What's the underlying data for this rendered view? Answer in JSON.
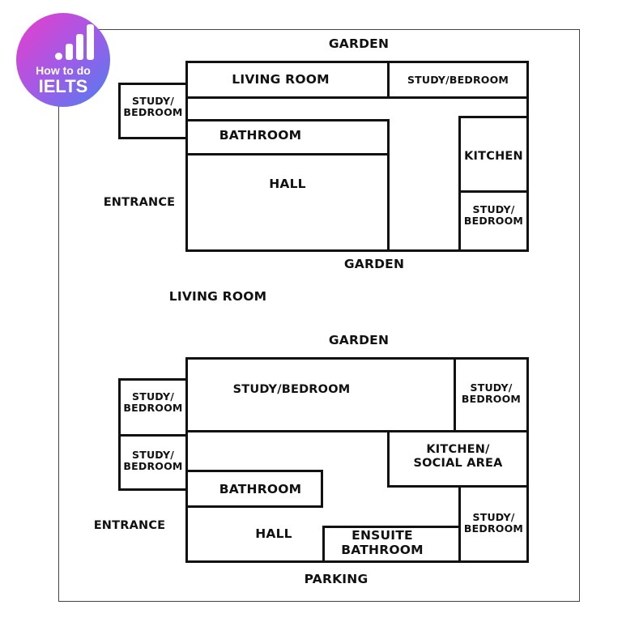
{
  "logo": {
    "line1": "How to do",
    "line2": "IELTS"
  },
  "plan_top": {
    "garden_top": "GARDEN",
    "garden_bottom": "GARDEN",
    "entrance": "ENTRANCE",
    "living_room": "LIVING ROOM",
    "study_bedroom_top_right": "STUDY/BEDROOM",
    "study_bedroom_left": "STUDY/\nBEDROOM",
    "bathroom": "BATHROOM",
    "hall": "HALL",
    "kitchen": "KITCHEN",
    "study_bedroom_bottom_right": "STUDY/\nBEDROOM"
  },
  "middle_label": "LIVING ROOM",
  "plan_bottom": {
    "garden_top": "GARDEN",
    "parking": "PARKING",
    "entrance": "ENTRANCE",
    "study_bedroom_large": "STUDY/BEDROOM",
    "study_bedroom_top_right": "STUDY/\nBEDROOM",
    "study_bedroom_left_upper": "STUDY/\nBEDROOM",
    "study_bedroom_left_lower": "STUDY/\nBEDROOM",
    "kitchen_social": "KITCHEN/\nSOCIAL AREA",
    "bathroom": "BATHROOM",
    "hall": "HALL",
    "ensuite_bathroom": "ENSUITE\nBATHROOM",
    "study_bedroom_bottom_right": "STUDY/\nBEDROOM"
  }
}
